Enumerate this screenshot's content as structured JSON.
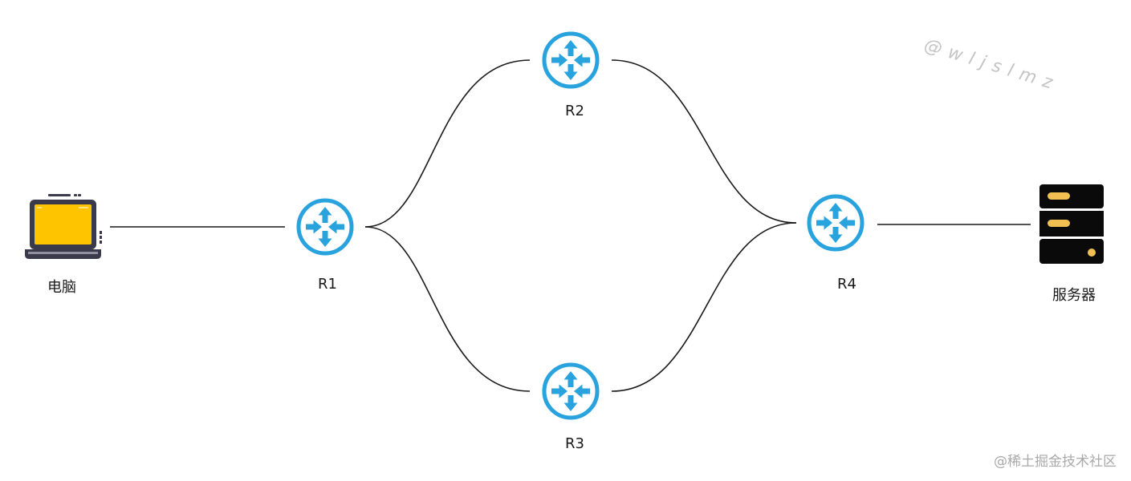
{
  "nodes": {
    "computer": {
      "label": "电脑",
      "icon": "laptop-icon"
    },
    "r1": {
      "label": "R1",
      "icon": "router-icon"
    },
    "r2": {
      "label": "R2",
      "icon": "router-icon"
    },
    "r3": {
      "label": "R3",
      "icon": "router-icon"
    },
    "r4": {
      "label": "R4",
      "icon": "router-icon"
    },
    "server": {
      "label": "服务器",
      "icon": "server-icon"
    }
  },
  "links": [
    [
      "computer",
      "r1"
    ],
    [
      "r1",
      "r2"
    ],
    [
      "r1",
      "r3"
    ],
    [
      "r2",
      "r4"
    ],
    [
      "r3",
      "r4"
    ],
    [
      "r4",
      "server"
    ]
  ],
  "watermark": {
    "handle": "@wljslmz",
    "site": "@稀土掘金技术社区"
  },
  "colors": {
    "router": "#29a3de",
    "laptop_screen": "#ffc400",
    "laptop_frame": "#3a3a4a",
    "server_body": "#0a0a0a",
    "server_led": "#f2c052",
    "line": "#1a1a1a"
  }
}
